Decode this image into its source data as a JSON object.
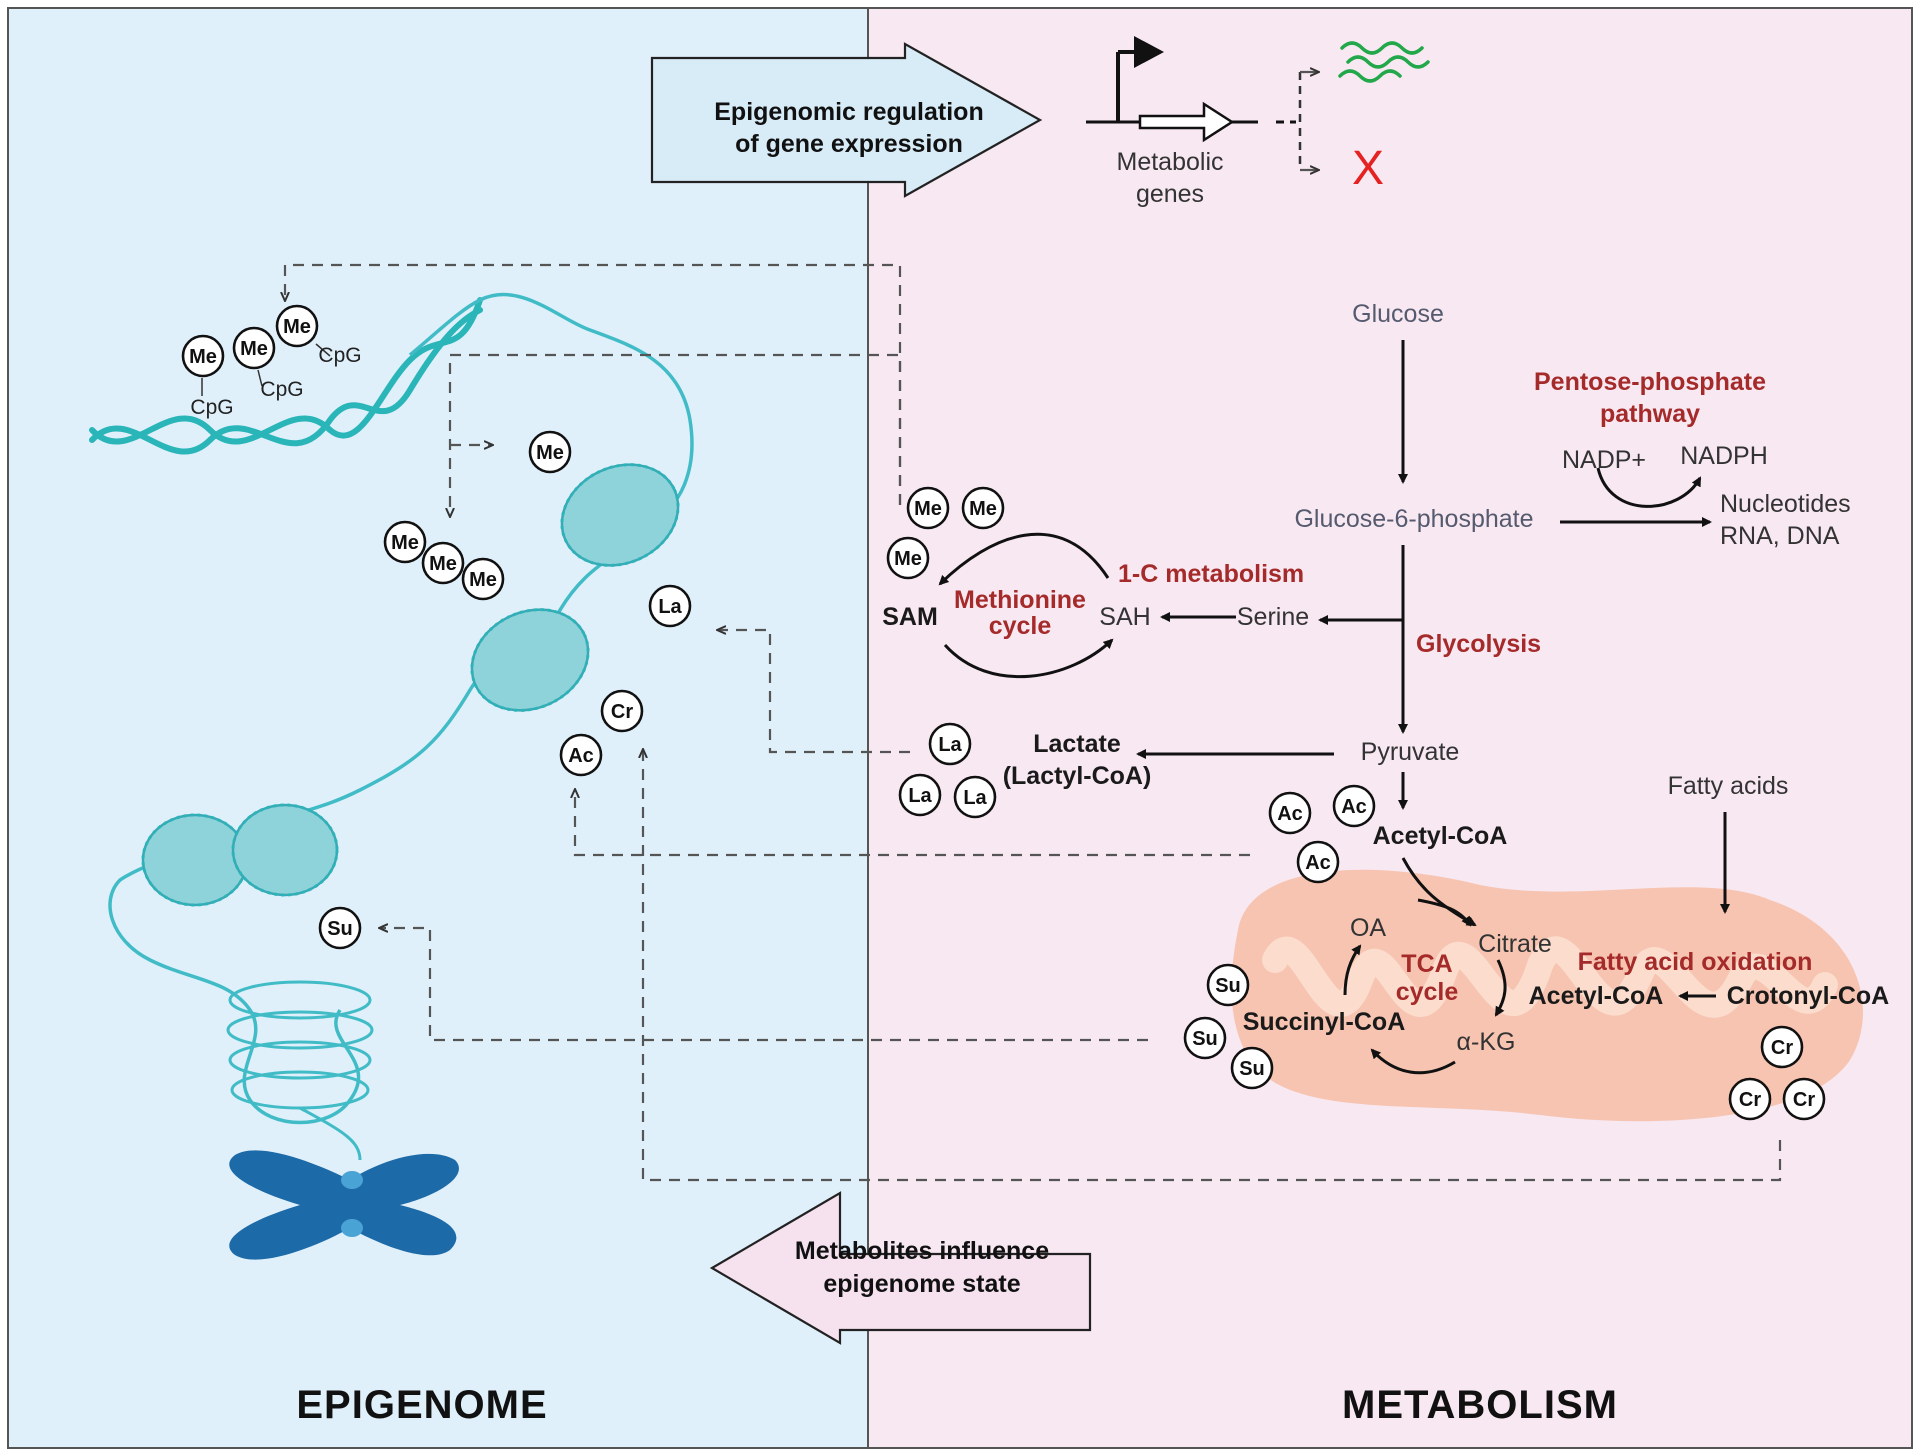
{
  "panels": {
    "left_title": "EPIGENOME",
    "right_title": "METABOLISM"
  },
  "arrows": {
    "top": [
      "Epigenomic regulation",
      "of gene expression"
    ],
    "bottom": [
      "Metabolites influence",
      "epigenome state"
    ]
  },
  "gene": {
    "label": [
      "Metabolic",
      "genes"
    ],
    "off_mark": "X"
  },
  "pathway": {
    "glucose": "Glucose",
    "g6p": "Glucose-6-phosphate",
    "ppp_title": [
      "Pentose-phosphate",
      "pathway"
    ],
    "nadp": "NADP+",
    "nadph": "NADPH",
    "nucleotides": [
      "Nucleotides",
      "RNA, DNA"
    ],
    "glycolysis": "Glycolysis",
    "one_c": "1-C metabolism",
    "serine": "Serine",
    "sah": "SAH",
    "sam": "SAM",
    "methionine_cycle": [
      "Methionine",
      "cycle"
    ],
    "pyruvate": "Pyruvate",
    "lactate": [
      "Lactate",
      "(Lactyl-CoA)"
    ],
    "acetyl_coa": "Acetyl-CoA",
    "fatty_acids": "Fatty acids",
    "fao": "Fatty acid oxidation",
    "acetyl_coa_2": "Acetyl-CoA",
    "crotonyl_coa": "Crotonyl-CoA",
    "oa": "OA",
    "citrate": "Citrate",
    "tca": [
      "TCA",
      "cycle"
    ],
    "akg": "α-KG",
    "succinyl_coa": "Succinyl-CoA"
  },
  "dna_labels": {
    "cpg": "CpG"
  },
  "badges": {
    "me": "Me",
    "la": "La",
    "ac": "Ac",
    "cr": "Cr",
    "su": "Su"
  },
  "colors": {
    "left_bg": "#dff0fb",
    "right_bg": "#f8e8f2",
    "arrow_top": "#d8ecf8",
    "arrow_bottom": "#f6e2ef",
    "dna": "#2ab5b8",
    "nucleosome": "#8fd3da",
    "chromosome": "#1d6aa8",
    "mito": "#f5c0a8",
    "red_label": "#a52a2a",
    "x_mark": "#e52222",
    "mrna": "#22a84a"
  }
}
